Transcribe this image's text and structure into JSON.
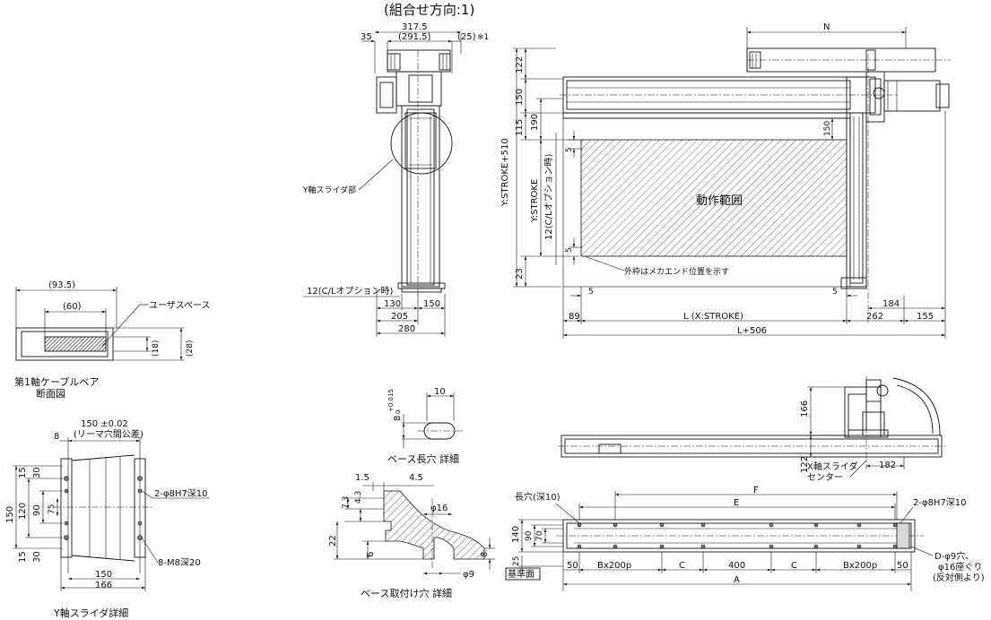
{
  "header": {
    "direction": "(組合せ方向:1)"
  },
  "top_view": {
    "dim_317_5": "317.5",
    "dim_291_5": "(291.5)",
    "dim_35": "35",
    "dim_25": "(25)",
    "note_mark": "※1",
    "dim_130": "130",
    "dim_150": "150",
    "dim_205": "205",
    "dim_280": "280",
    "cl_option": "12(C/Lオプション時)",
    "y_slider_label": "Y軸スライダ部"
  },
  "front_view": {
    "dim_N": "N",
    "dim_122": "122",
    "dim_150": "150",
    "dim_115": "115",
    "dim_190": "190",
    "dim_150b": "150",
    "dim_5a": "5",
    "dim_5b": "5",
    "dim_5c": "5",
    "dim_5d": "5",
    "dim_23": "23",
    "y_stroke_510": "Y:STROKE+510",
    "y_stroke": "Y:STROKE",
    "cl_option_v": "12(C/Lオプション時)",
    "range_label": "動作範囲",
    "outer_frame_note": "外枠はメカエンド位置を示す",
    "dim_89": "89",
    "dim_L": "L (X:STROKE)",
    "dim_184": "184",
    "dim_262": "262",
    "dim_155": "155",
    "dim_L506": "L+506"
  },
  "cable_bear": {
    "dim_93_5": "(93.5)",
    "dim_60": "(60)",
    "dim_18": "(18)",
    "dim_28": "(28)",
    "user_space": "ユーザスペース",
    "title1": "第1軸ケーブルベア",
    "title2": "断面図"
  },
  "y_slider_detail": {
    "dim_150_tol": "150 ±0.02",
    "dim_tol_note": "(リーマ穴間公差)",
    "dim_8": "8",
    "dim_15a": "15",
    "dim_30a": "30",
    "dim_120": "120",
    "dim_150v": "150",
    "dim_90": "90",
    "dim_75": "75",
    "dim_15b": "15",
    "dim_30b": "30",
    "hole_a": "2-φ8H7深10",
    "hole_b": "8-M8深20",
    "dim_150h": "150",
    "dim_166": "166",
    "title": "Y軸スライダ詳細"
  },
  "base_slot": {
    "dim_10": "10",
    "dim_8tol": "8",
    "tol_upper": "+0.015",
    "tol_lower": "0",
    "title": "ベース長穴 詳細"
  },
  "base_hole": {
    "dim_1_5": "1.5",
    "dim_4_5": "4.5",
    "dim_7_3": "7.3",
    "dim_4_3": "4.3",
    "dim_phi16": "φ16",
    "dim_22": "22",
    "dim_6": "6",
    "dim_phi9": "φ9",
    "dim_8": "8",
    "title": "ベース取付け穴 詳細"
  },
  "side_view": {
    "dim_166": "166",
    "dim_122": "122",
    "x_slider_center": "X軸スライダ",
    "x_slider_center2": "センター",
    "dim_182": "182"
  },
  "bottom_view": {
    "dim_F": "F",
    "dim_E": "E",
    "slot_label": "長穴(深10)",
    "hole_label": "2-φ8H7深10",
    "dim_140": "140",
    "dim_90": "90",
    "dim_70": "70",
    "dim_25": "25",
    "ref_face": "基準面",
    "dim_50a": "50",
    "pitch_a": "Bx200p",
    "dim_C1": "C",
    "dim_400": "400",
    "dim_C2": "C",
    "pitch_b": "Bx200p",
    "dim_50b": "50",
    "dim_A": "A",
    "d_hole1": "D-φ9穴、",
    "d_hole2": "φ16座ぐり",
    "d_hole3": "(反対側より)"
  }
}
